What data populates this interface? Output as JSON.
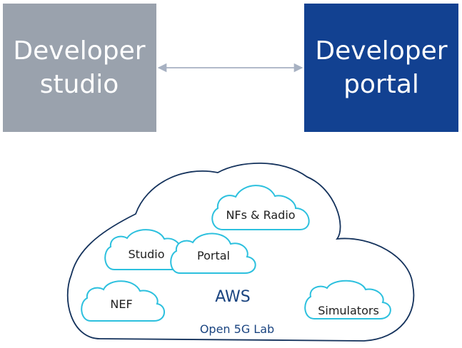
{
  "boxes": {
    "studio": {
      "line1": "Developer",
      "line2": "studio",
      "color": "#9aa2ad"
    },
    "portal": {
      "line1": "Developer",
      "line2": "portal",
      "color": "#124191"
    }
  },
  "arrow": {
    "color": "#a7b1c2"
  },
  "cloud": {
    "title": "AWS",
    "subtitle": "Open 5G Lab",
    "outline_color": "#14325c",
    "inner_outline_color": "#2cc0de",
    "items": {
      "nfs_radio": "NFs & Radio",
      "studio": "Studio",
      "portal": "Portal",
      "nef": "NEF",
      "simulators": "Simulators"
    }
  }
}
